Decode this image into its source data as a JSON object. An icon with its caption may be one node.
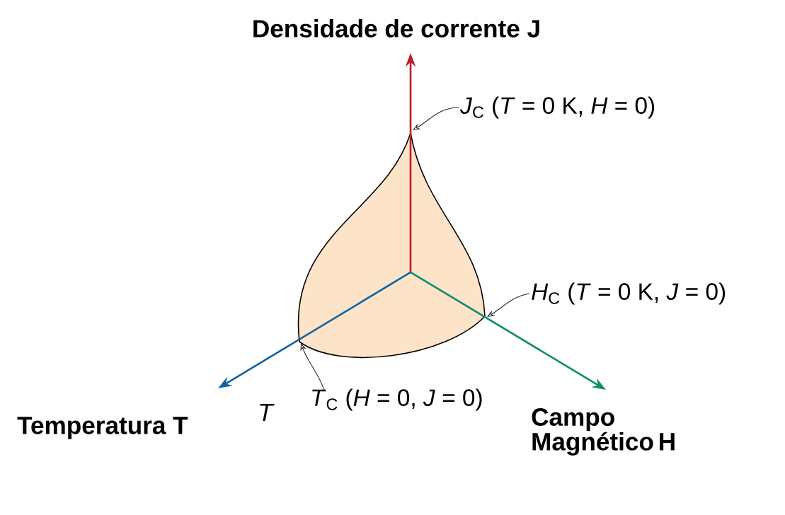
{
  "diagram": {
    "nodes": [
      {
        "text": [
          "*J*$_{C}$ (*T* = 0 K, *H* = 0)"
        ]
      },
      {
        "text": [
          "*H*$_{C}$ (*T* = 0 K, *J* = 0)"
        ]
      },
      {
        "text": [
          "*T*$_{C}$ (*H* = 0, *J* = 0)"
        ]
      },
      {
        "text": [],
        "shape": "picture"
      }
    ],
    "edges": [
      {
        "from": 0,
        "to": 3,
        "arrow": "to"
      },
      {
        "from": 1,
        "to": 3,
        "arrow": "to"
      },
      {
        "from": 2,
        "to": 3,
        "arrow": "to"
      }
    ],
    "labels": [
      "Densidade de corrente J",
      "Temperatura T",
      "T",
      "Campo Magnético H"
    ]
  }
}
